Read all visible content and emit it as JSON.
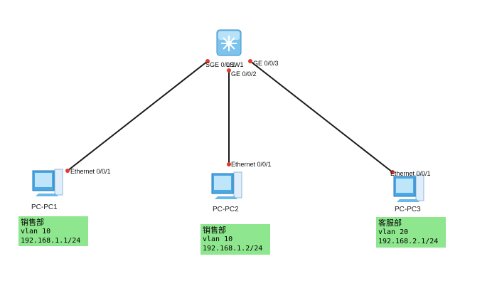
{
  "switch": {
    "name": "LSW1",
    "port_label_overlap": "SGE 0/0/1",
    "ports": {
      "p1": "GE 0/0/1",
      "p2": "GE 0/0/2",
      "p3": "GE 0/0/3"
    }
  },
  "pcs": [
    {
      "name": "PC-PC1",
      "port": "Ethernet 0/0/1"
    },
    {
      "name": "PC-PC2",
      "port": "Ethernet 0/0/1"
    },
    {
      "name": "PC-PC3",
      "port": "Ethernet 0/0/1"
    }
  ],
  "notes": [
    {
      "dept": "销售部",
      "vlan": "vlan 10",
      "ip": "192.168.1.1/24"
    },
    {
      "dept": "销售部",
      "vlan": "vlan 10",
      "ip": "192.168.1.2/24"
    },
    {
      "dept": "客服部",
      "vlan": "vlan 20",
      "ip": "192.168.2.1/24"
    }
  ],
  "colors": {
    "link": "#1a1a1a",
    "port_dot": "#e03a2a",
    "note_bg": "#8ee68e",
    "switch_body": "#7cc4ee"
  }
}
